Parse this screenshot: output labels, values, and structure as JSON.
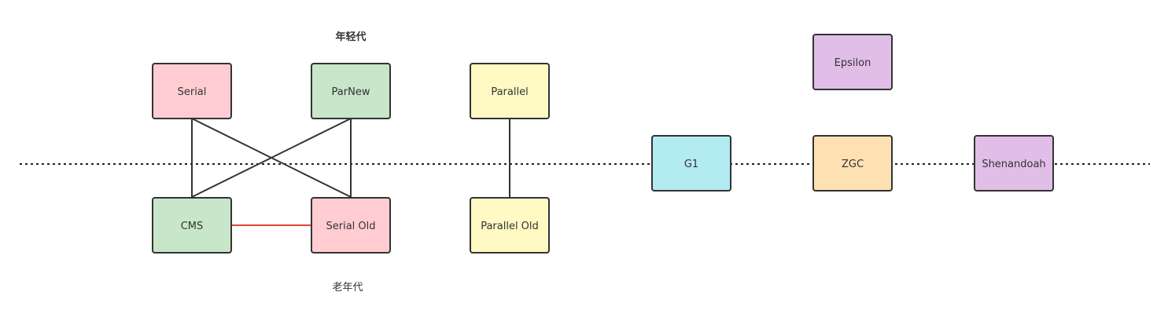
{
  "labels": {
    "young_generation": "年轻代",
    "old_generation": "老年代"
  },
  "nodes": {
    "serial": {
      "label": "Serial",
      "fill": "#ffccd2"
    },
    "parnew": {
      "label": "ParNew",
      "fill": "#c8e6c9"
    },
    "parallel": {
      "label": "Parallel",
      "fill": "#fff9c4"
    },
    "epsilon": {
      "label": "Epsilon",
      "fill": "#e1bee7"
    },
    "cms": {
      "label": "CMS",
      "fill": "#c8e6c9"
    },
    "serial_old": {
      "label": "Serial Old",
      "fill": "#ffccd2"
    },
    "parallel_old": {
      "label": "Parallel Old",
      "fill": "#fff9c4"
    },
    "g1": {
      "label": "G1",
      "fill": "#b2ebf2"
    },
    "zgc": {
      "label": "ZGC",
      "fill": "#ffe0b2"
    },
    "shenandoah": {
      "label": "Shenandoah",
      "fill": "#e1bee7"
    }
  },
  "edges": [
    {
      "from": "serial",
      "to": "cms"
    },
    {
      "from": "serial",
      "to": "serial_old"
    },
    {
      "from": "parnew",
      "to": "cms"
    },
    {
      "from": "parnew",
      "to": "serial_old"
    },
    {
      "from": "parallel",
      "to": "parallel_old"
    },
    {
      "from": "cms",
      "to": "serial_old",
      "color": "#e0443a"
    }
  ]
}
